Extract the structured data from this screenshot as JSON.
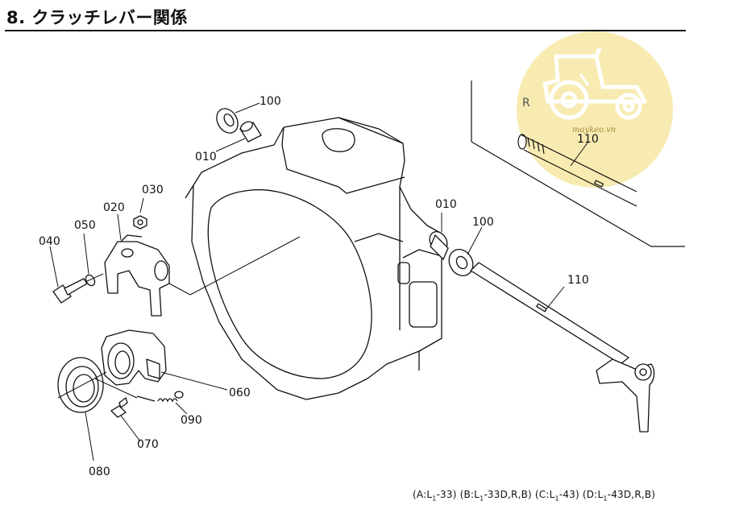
{
  "title": "8. クラッチレバー関係",
  "labels": {
    "p100_top": "100",
    "p010_top": "010",
    "p030": "030",
    "p020": "020",
    "p050": "050",
    "p040": "040",
    "p010_right": "010",
    "p100_right": "100",
    "p110_main": "110",
    "p110_inset": "110",
    "p060": "060",
    "p090": "090",
    "p070": "070",
    "p080": "080"
  },
  "footnote": {
    "a_prefix": "(A:L",
    "a_suffix": "-33)",
    "b_prefix": "(B:L",
    "b_suffix": "-33D,R,B)",
    "c_prefix": "(C:L",
    "c_suffix": "-43)",
    "d_prefix": "(D:L",
    "d_suffix": "-43D,R,B)",
    "sub": "1"
  },
  "inset_label": "R",
  "watermark": {
    "site": "maykeo.vn",
    "color": "#f5e6a0",
    "icon": "tractor-icon"
  }
}
